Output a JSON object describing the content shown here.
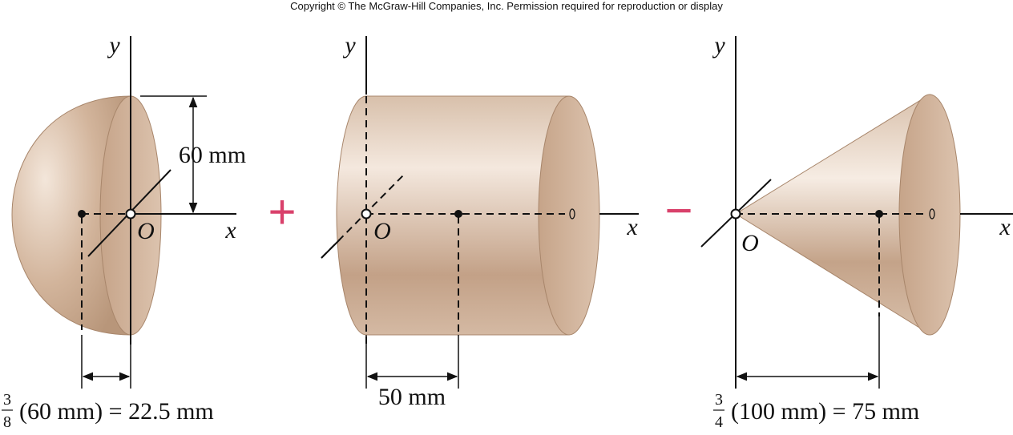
{
  "header": {
    "copyright": "Copyright © The McGraw-Hill Companies, Inc. Permission required for reproduction or display"
  },
  "colors": {
    "solid": "#c9a88c",
    "solid_dark": "#b08e72",
    "operator": "#d9416b",
    "ink": "#111111"
  },
  "figure1": {
    "axis_y": "y",
    "axis_x": "x",
    "origin": "O",
    "radius_label": "60 mm",
    "centroid_formula": {
      "frac_num": "3",
      "frac_den": "8",
      "rest": "(60 mm) = 22.5 mm"
    }
  },
  "operator_plus": "+",
  "figure2": {
    "axis_y": "y",
    "axis_x": "x",
    "origin": "O",
    "length_label": "50 mm"
  },
  "operator_minus": "−",
  "figure3": {
    "axis_y": "y",
    "axis_x": "x",
    "origin": "O",
    "centroid_formula": {
      "frac_num": "3",
      "frac_den": "4",
      "rest": "(100 mm) = 75 mm"
    }
  }
}
